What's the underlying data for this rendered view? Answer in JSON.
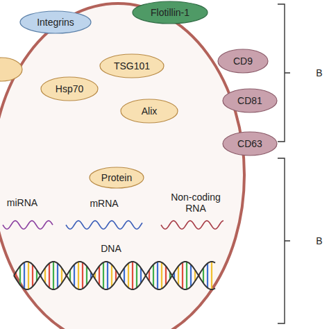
{
  "diagram": {
    "nodes": [
      {
        "text": [
          "Integrins"
        ]
      },
      {
        "text": [
          "Flotillin-1"
        ]
      },
      {
        "text": [
          "TSG101"
        ]
      },
      {
        "text": [
          "CD9"
        ]
      },
      {
        "text": [
          "Hsp70"
        ]
      },
      {
        "text": [
          "Alix"
        ]
      },
      {
        "text": [
          "CD81"
        ]
      },
      {
        "text": [
          "CD63"
        ]
      },
      {
        "text": [
          "Protein"
        ]
      }
    ],
    "labels": [
      "miRNA",
      "mRNA",
      "Non-coding RNA",
      "DNA",
      "B",
      "B"
    ]
  }
}
